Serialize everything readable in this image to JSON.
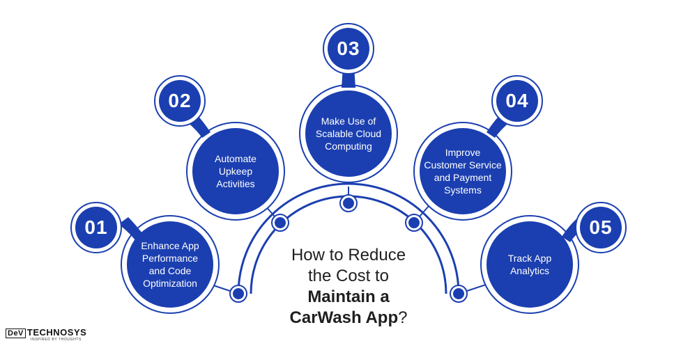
{
  "title": {
    "line1": "How to Reduce",
    "line2": "the Cost to",
    "line3": "Maintain a",
    "line4_bold": "CarWash App",
    "line4_end": "?"
  },
  "steps": [
    {
      "number": "01",
      "text_lines": [
        "Enhance App",
        "Performance",
        "and Code",
        "Optimization"
      ]
    },
    {
      "number": "02",
      "text_lines": [
        "Automate",
        "Upkeep",
        "Activities"
      ]
    },
    {
      "number": "03",
      "text_lines": [
        "Make Use of",
        "Scalable Cloud",
        "Computing"
      ]
    },
    {
      "number": "04",
      "text_lines": [
        "Improve",
        "Customer Service",
        "and Payment",
        "Systems"
      ]
    },
    {
      "number": "05",
      "text_lines": [
        "Track App",
        "Analytics"
      ]
    }
  ],
  "logo": {
    "brand_dev": "DeV",
    "brand_rest": "TECHNOSYS",
    "tagline": "INSPIRED BY THOUGHTS"
  },
  "colors": {
    "primary": "#1b3fb0",
    "outline": "#1b3fb0",
    "background": "#ffffff",
    "title_text": "#1f1f1f"
  }
}
